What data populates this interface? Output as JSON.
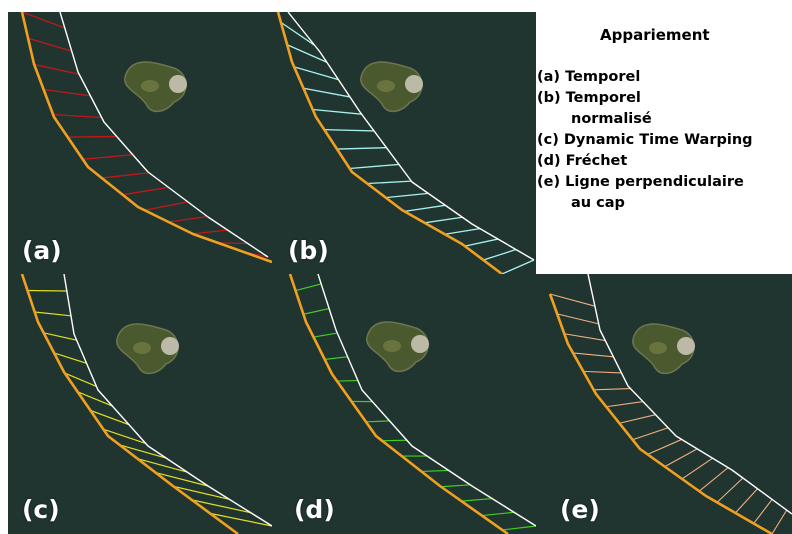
{
  "colors": {
    "sea": "#1e3231",
    "island_land": "#4a5a2e",
    "island_rock": "#c9c4b4",
    "track_orange": "#f0a020",
    "track_white": "#ffffff",
    "pair_a": "#c01818",
    "pair_b": "#a8f0f0",
    "pair_c": "#e0e020",
    "pair_d": "#40d020",
    "pair_e": "#f0b080"
  },
  "panels": [
    {
      "id": "a",
      "label": "(a)"
    },
    {
      "id": "b",
      "label": "(b)"
    },
    {
      "id": "c",
      "label": "(c)"
    },
    {
      "id": "d",
      "label": "(d)"
    },
    {
      "id": "e",
      "label": "(e)"
    }
  ],
  "legend": {
    "title": "Appariement",
    "items": [
      {
        "line1": "(a) Temporel",
        "line2": ""
      },
      {
        "line1": "(b) Temporel",
        "line2": "normalisé"
      },
      {
        "line1": "(c) Dynamic Time Warping",
        "line2": ""
      },
      {
        "line1": "(d) Fréchet",
        "line2": ""
      },
      {
        "line1": "(e) Ligne perpendiculaire",
        "line2": "au cap"
      }
    ]
  }
}
